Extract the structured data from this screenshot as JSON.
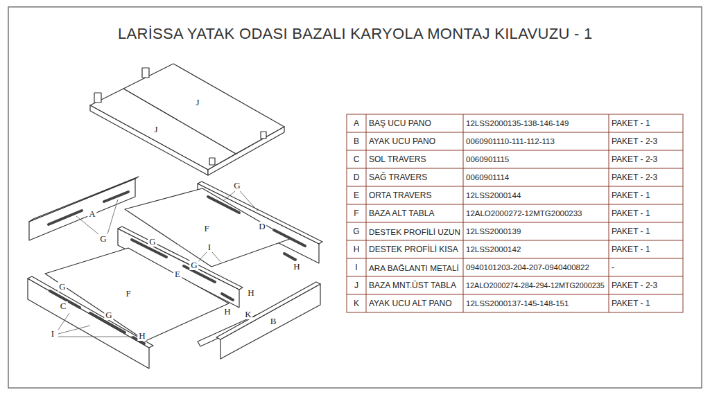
{
  "diagram": {
    "title": "LARİSSA YATAK ODASI BAZALI KARYOLA MONTAJ KILAVUZU - 1",
    "labels": [
      "J",
      "J",
      "G",
      "A",
      "F",
      "D",
      "G",
      "G",
      "I",
      "G",
      "E",
      "H",
      "G",
      "F",
      "H",
      "H",
      "K",
      "C",
      "B",
      "G",
      "I",
      "H",
      "A",
      "BAŞ UCU PANO",
      "12LSS2000135-138-146-149",
      "PAKET - 1",
      "B",
      "AYAK UCU PANO",
      "0060901110-111-112-113",
      "PAKET - 2-3",
      "C",
      "SOL TRAVERS",
      "0060901115",
      "PAKET - 2-3",
      "D",
      "SAĞ TRAVERS",
      "0060901114",
      "PAKET - 2-3",
      "E",
      "ORTA TRAVERS",
      "12LSS2000144",
      "PAKET - 1",
      "F",
      "BAZA ALT TABLA",
      "12ALO2000272-12MTG2000233",
      "PAKET - 1",
      "G",
      "DESTEK PROFİLİ UZUN",
      "12LSS2000139",
      "PAKET - 1",
      "H",
      "DESTEK PROFİLİ KISA",
      "12LSS2000142",
      "PAKET - 1",
      "I",
      "ARA BAĞLANTI METALİ",
      "0940101203-204-207-0940400822",
      "-",
      "J",
      "BAZA MNT.ÜST TABLA",
      "12ALO2000274-284-294-12MTG2000235",
      "PAKET - 2-3",
      "K",
      "AYAK UCU ALT PANO",
      "12LSS2000137-145-148-151",
      "PAKET - 1"
    ]
  }
}
